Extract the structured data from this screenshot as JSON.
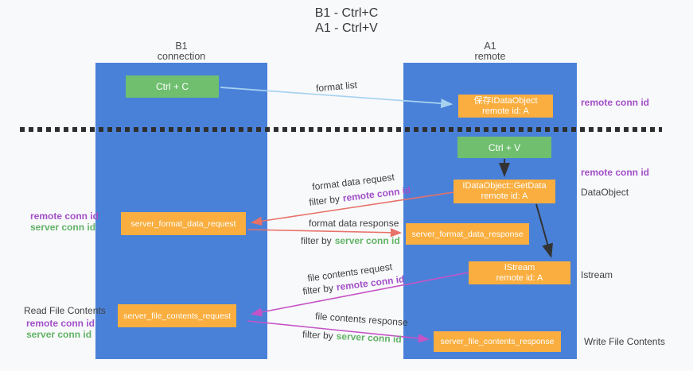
{
  "title": {
    "line1": "B1 - Ctrl+C",
    "line2": "A1 - Ctrl+V"
  },
  "lifelines": {
    "left": {
      "name": "B1",
      "role": "connection"
    },
    "right": {
      "name": "A1",
      "role": "remote"
    }
  },
  "nodes": {
    "ctrl_c": {
      "label": "Ctrl + C"
    },
    "ctrl_v": {
      "label": "Ctrl + V"
    },
    "save_idataobject": {
      "line1": "保存IDataObject",
      "line2": "remote id: A"
    },
    "idataobject_getdata": {
      "line1": "IDataObject::GetData",
      "line2": "remote id: A"
    },
    "istream": {
      "line1": "IStream",
      "line2": "remote id: A"
    },
    "server_format_data_request": {
      "label": "server_format_data_request"
    },
    "server_format_data_response": {
      "label": "server_format_data_response"
    },
    "server_file_contents_request": {
      "label": "server_file_contents_request"
    },
    "server_file_contents_response": {
      "label": "server_file_contents_response"
    }
  },
  "annotations": {
    "format_list": "format list",
    "format_data_request": "format data request",
    "format_data_response": "format data response",
    "file_contents_request": "file contents request",
    "file_contents_response": "file contents response",
    "filter_by": "filter by",
    "remote_conn_id": "remote conn id",
    "server_conn_id": "server conn id",
    "dataobject": "DataObject",
    "istream_side": "Istream",
    "read_file_contents": "Read File Contents",
    "write_file_contents": "Write File Contents"
  },
  "colors": {
    "lifeline_blue": "#4a81d8",
    "node_green": "#6fbf6f",
    "node_orange": "#f9ae3f",
    "arrow_light_blue": "#a7d3f1",
    "arrow_salmon": "#e87168",
    "arrow_magenta": "#c653c6",
    "arrow_black": "#333333",
    "label_purple": "#a24fc8",
    "label_green": "#62b366",
    "background": "#f8f9fb"
  }
}
